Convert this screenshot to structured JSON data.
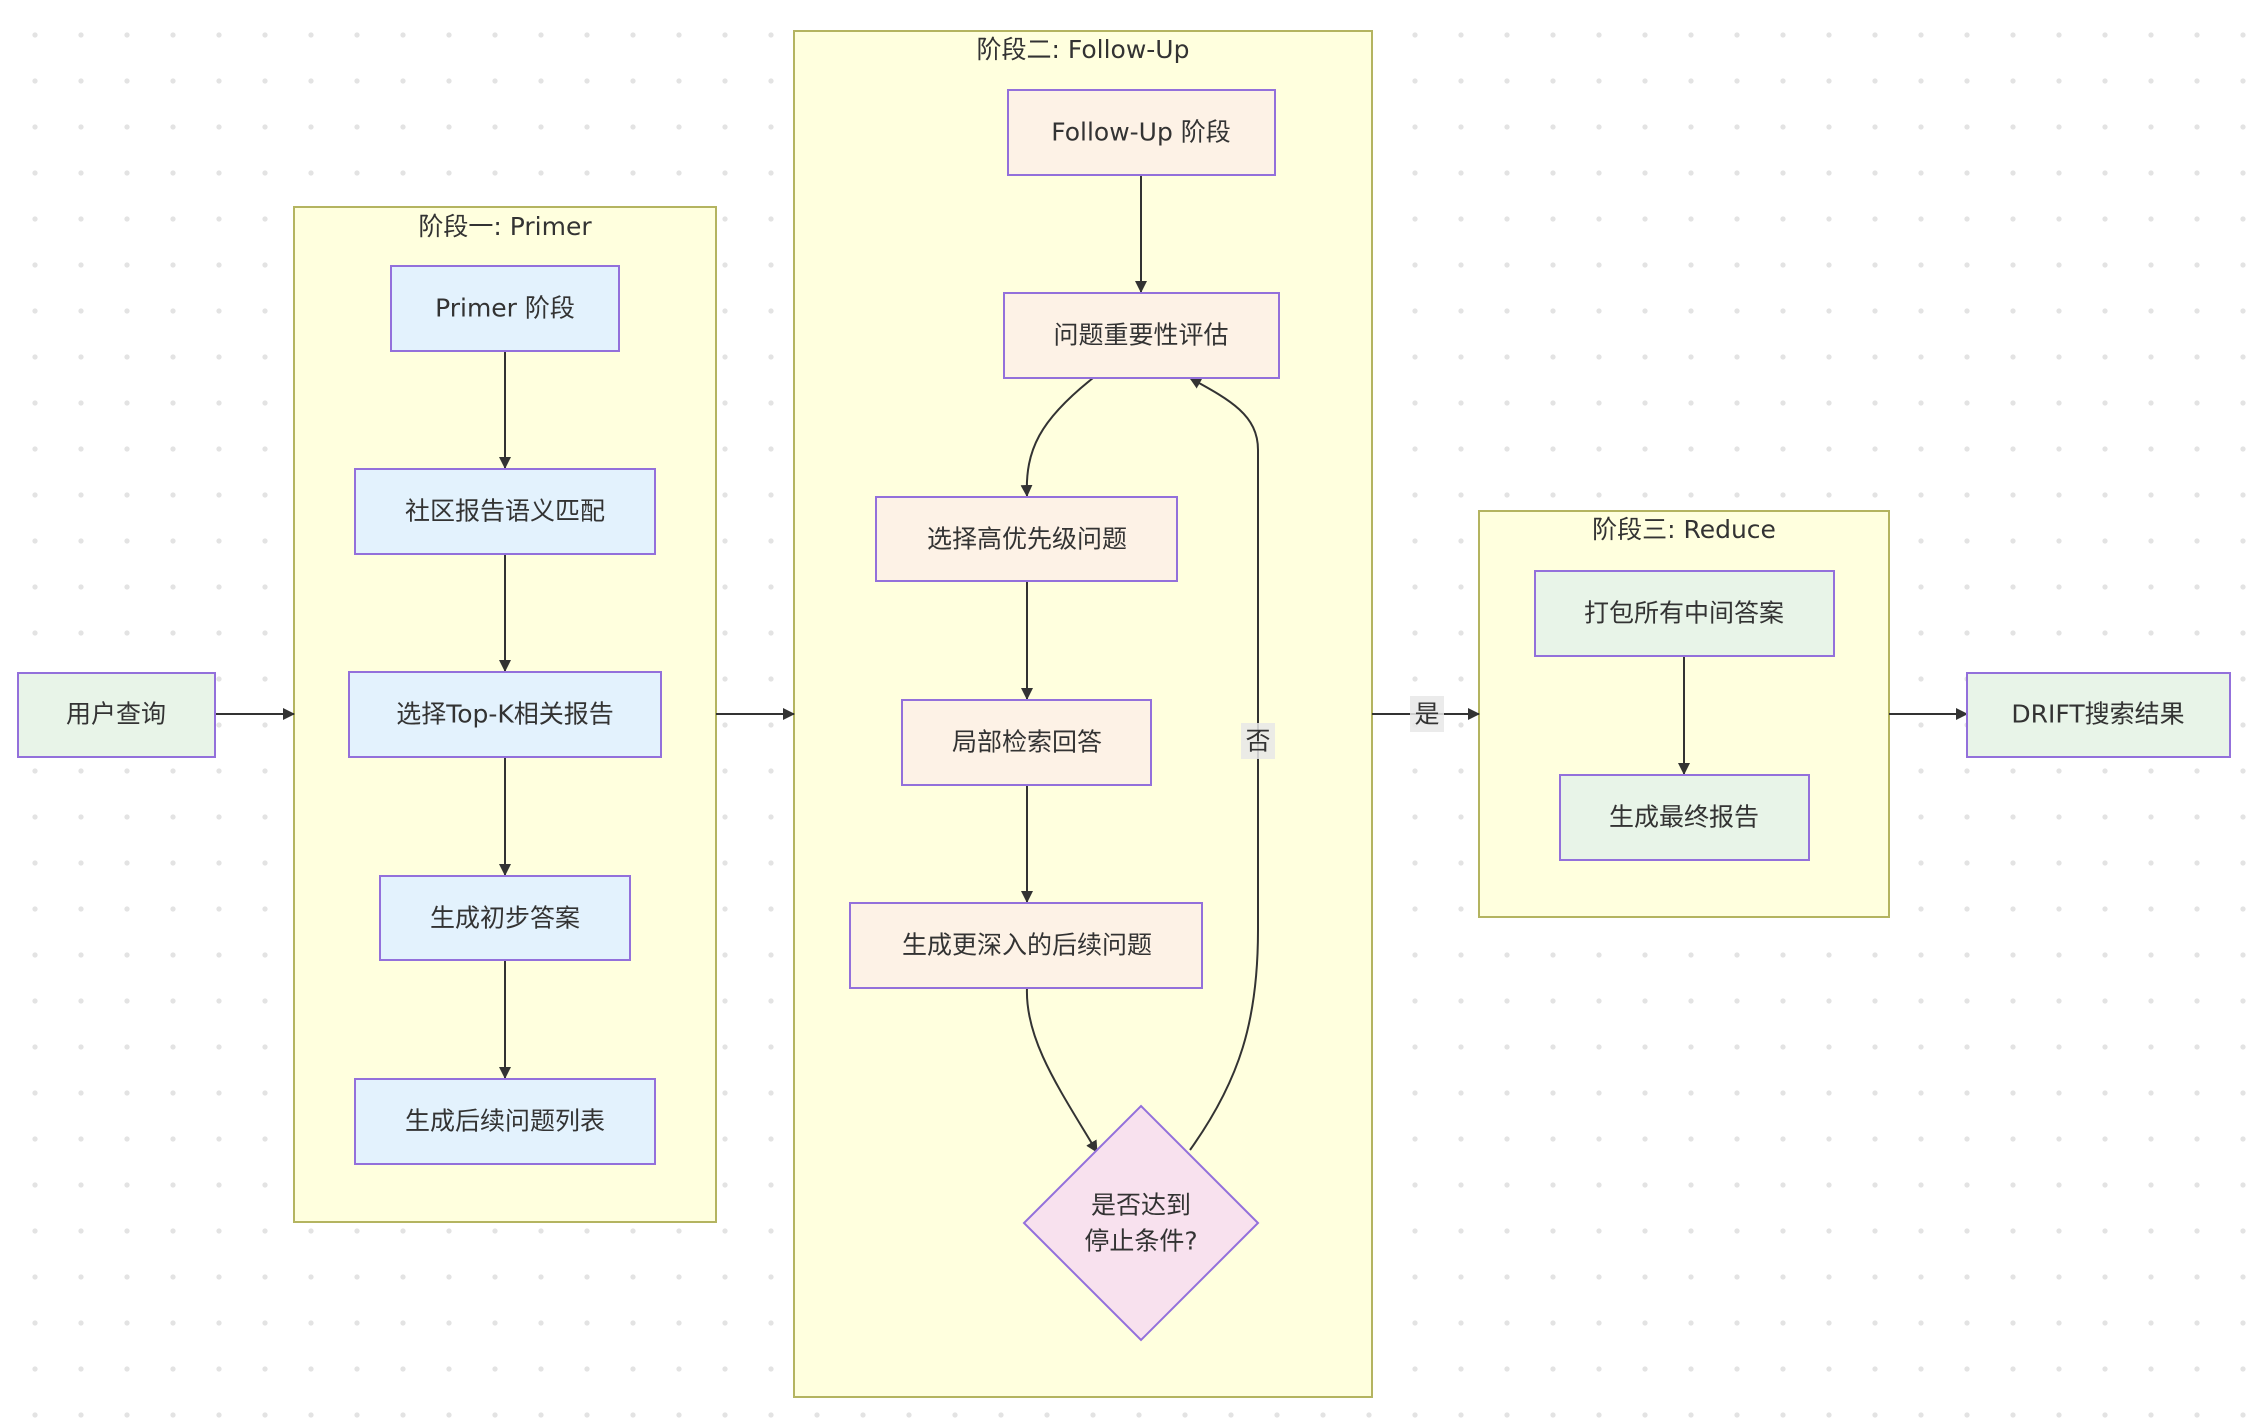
{
  "clusters": {
    "primer": "阶段一: Primer",
    "followup": "阶段二: Follow-Up",
    "reduce": "阶段三: Reduce"
  },
  "nodes": {
    "user_query": "用户查询",
    "primer_stage": "Primer 阶段",
    "community_match": "社区报告语义匹配",
    "select_topk": "选择Top-K相关报告",
    "initial_answer": "生成初步答案",
    "followup_list": "生成后续问题列表",
    "followup_stage": "Follow-Up 阶段",
    "importance_eval": "问题重要性评估",
    "select_priority": "选择高优先级问题",
    "local_search": "局部检索回答",
    "deeper_questions": "生成更深入的后续问题",
    "stop_condition_line1": "是否达到",
    "stop_condition_line2": "停止条件?",
    "pack_answers": "打包所有中间答案",
    "final_report": "生成最终报告",
    "drift_result": "DRIFT搜索结果"
  },
  "edge_labels": {
    "no": "否",
    "yes": "是"
  },
  "colors": {
    "cluster_fill": "#ffffde",
    "cluster_stroke": "#b4b460",
    "node_stroke": "#9370db",
    "io_fill": "#e8f4e8",
    "primer_fill": "#e3f2fd",
    "followup_fill": "#fdf2e6",
    "decision_fill": "#f8e1ee"
  }
}
